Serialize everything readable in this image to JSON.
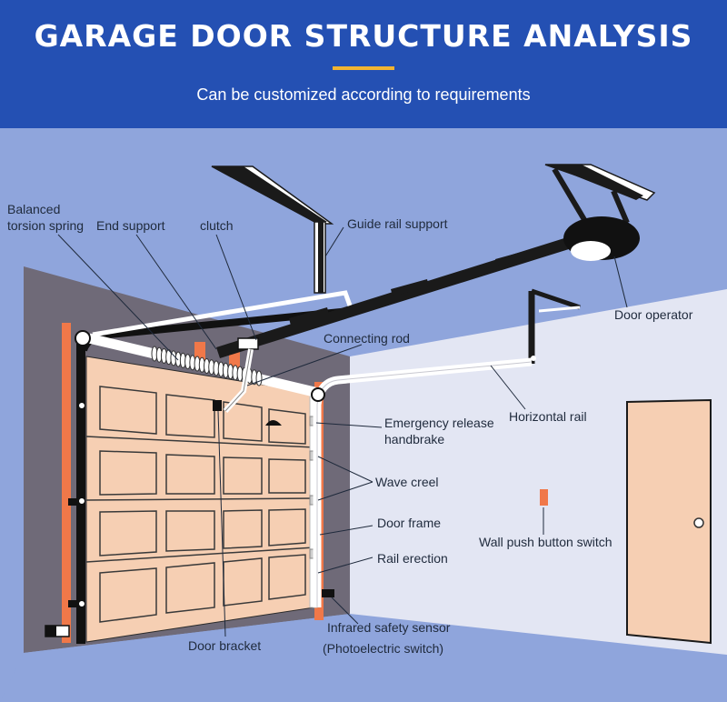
{
  "header": {
    "title": "GARAGE DOOR STRUCTURE ANALYSIS",
    "subtitle": "Can be customized according to requirements",
    "colors": {
      "background": "#2450b3",
      "accent": "#f2b431",
      "text": "#ffffff"
    }
  },
  "labels": {
    "torsion_spring_line1": "Balanced",
    "torsion_spring_line2": "torsion spring",
    "end_support": "End support",
    "clutch": "clutch",
    "guide_rail_support": "Guide rail support",
    "door_operator": "Door operator",
    "connecting_rod": "Connecting rod",
    "horizontal_rail": "Horizontal rail",
    "emergency_release_line1": "Emergency release",
    "emergency_release_line2": "handbrake",
    "wave_creel": "Wave creel",
    "door_frame": "Door frame",
    "rail_erection": "Rail erection",
    "wall_push_button_switch": "Wall push button switch",
    "infrared_sensor_line1": "Infrared safety sensor",
    "infrared_sensor_line2": "(Photoelectric switch)",
    "door_bracket": "Door bracket"
  },
  "palette": {
    "ceiling": "#8fa5dc",
    "back_wall": "#6f6a78",
    "right_wall": "#e3e6f3",
    "floor": "#8fa5dc",
    "door_panel": "#f6cfb3",
    "door_frame_orange": "#f07849",
    "rail_black": "#111111"
  }
}
